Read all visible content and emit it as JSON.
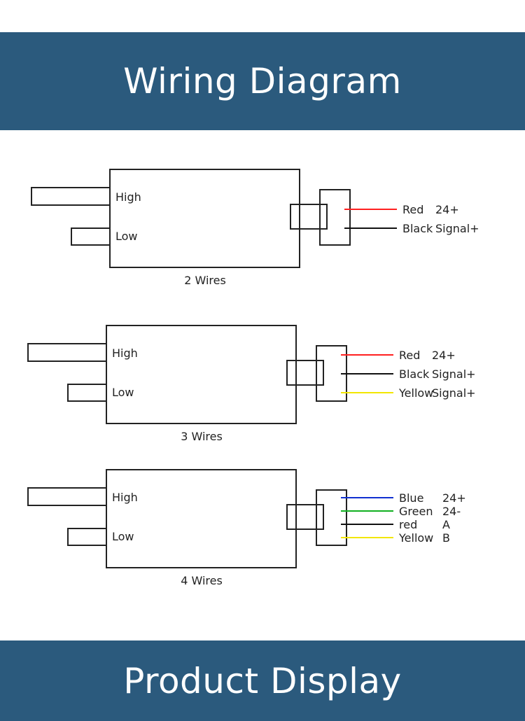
{
  "header": {
    "title": "Wiring Diagram"
  },
  "footer": {
    "title": "Product Display"
  },
  "diagrams": [
    {
      "caption": "2 Wires",
      "ports": [
        "High",
        "Low"
      ],
      "wires": [
        {
          "color_name": "Red",
          "function": "24+",
          "line_color": "#ff2020"
        },
        {
          "color_name": "Black",
          "function": "Signal+",
          "line_color": "#111111"
        }
      ]
    },
    {
      "caption": "3 Wires",
      "ports": [
        "High",
        "Low"
      ],
      "wires": [
        {
          "color_name": "Red",
          "function": "24+",
          "line_color": "#ff2020"
        },
        {
          "color_name": "Black",
          "function": "Signal+",
          "line_color": "#111111"
        },
        {
          "color_name": "Yellow",
          "function": "Signal+",
          "line_color": "#f2e600"
        }
      ]
    },
    {
      "caption": "4 Wires",
      "ports": [
        "High",
        "Low"
      ],
      "wires": [
        {
          "color_name": "Blue",
          "function": "24+",
          "line_color": "#1030d0"
        },
        {
          "color_name": "Green",
          "function": "24-",
          "line_color": "#10b020"
        },
        {
          "color_name": "red",
          "function": "A",
          "line_color": "#111111"
        },
        {
          "color_name": "Yellow",
          "function": "B",
          "line_color": "#f2e600"
        }
      ]
    }
  ],
  "colors": {
    "banner_bg": "#2b5a7d",
    "banner_text": "#ffffff",
    "line": "#222222"
  }
}
